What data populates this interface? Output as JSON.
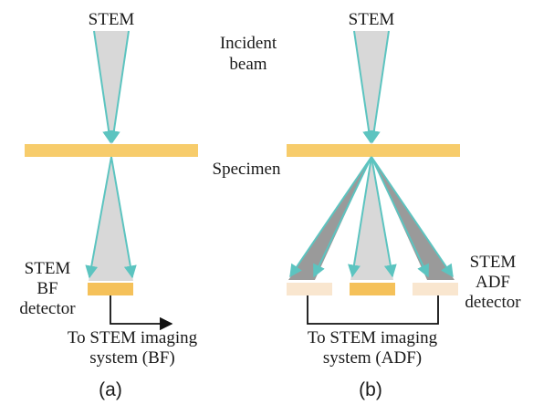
{
  "diagram": {
    "panel_a": {
      "source_label": "STEM",
      "detector_label_lines": [
        "STEM",
        "BF",
        "detector"
      ],
      "output_label_lines": [
        "To STEM imaging",
        "system (BF)"
      ],
      "caption": "(a)"
    },
    "panel_b": {
      "source_label": "STEM",
      "detector_label_lines": [
        "STEM",
        "ADF",
        "detector"
      ],
      "output_label_lines": [
        "To STEM imaging",
        "system (ADF)"
      ],
      "caption": "(b)"
    },
    "shared": {
      "incident_beam_lines": [
        "Incident",
        "beam"
      ],
      "specimen_label": "Specimen"
    },
    "colors": {
      "specimen": "#f7cc6b",
      "detector": "#f5c15a",
      "adf_detector": "#f9e6cf",
      "ray": "#5cc4c0",
      "beam_fill": "#d8d8d8",
      "scatter_fill": "#9a9a9a"
    }
  }
}
